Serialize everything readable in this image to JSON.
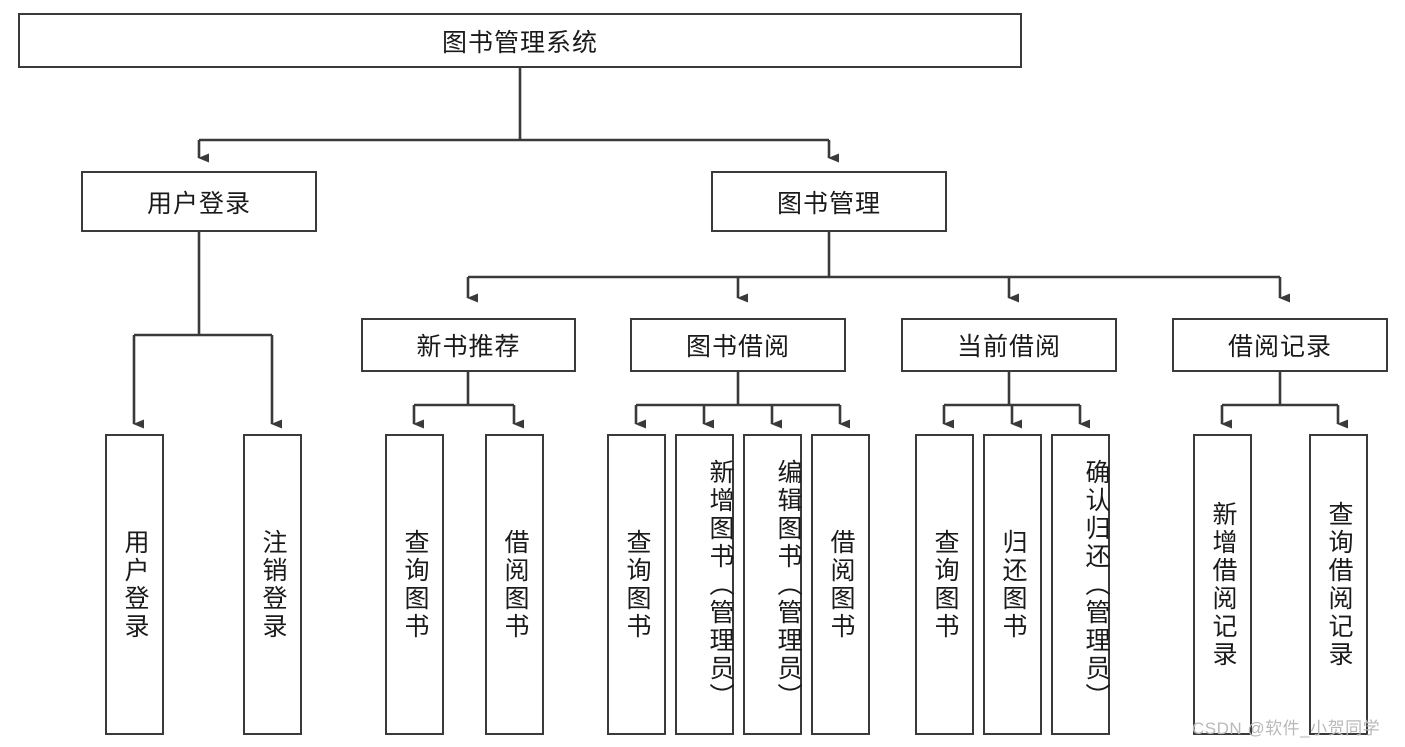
{
  "diagram": {
    "title": "图书管理系统",
    "type": "hierarchy-tree",
    "root": {
      "id": "root",
      "label": "图书管理系统",
      "orientation": "horizontal"
    },
    "level2": [
      {
        "id": "user-login",
        "label": "用户登录",
        "orientation": "horizontal"
      },
      {
        "id": "book-manage",
        "label": "图书管理",
        "orientation": "horizontal"
      }
    ],
    "level3": [
      {
        "id": "new-book-recommend",
        "label": "新书推荐",
        "orientation": "horizontal",
        "parent": "book-manage"
      },
      {
        "id": "book-borrow",
        "label": "图书借阅",
        "orientation": "horizontal",
        "parent": "book-manage"
      },
      {
        "id": "current-borrow",
        "label": "当前借阅",
        "orientation": "horizontal",
        "parent": "book-manage"
      },
      {
        "id": "borrow-record",
        "label": "借阅记录",
        "orientation": "horizontal",
        "parent": "book-manage"
      }
    ],
    "leaves": [
      {
        "id": "leaf-user-login",
        "label": "用户登录",
        "parent": "user-login"
      },
      {
        "id": "leaf-user-logout",
        "label": "注销登录",
        "parent": "user-login"
      },
      {
        "id": "leaf-query-book-1",
        "label": "查询图书",
        "parent": "new-book-recommend"
      },
      {
        "id": "leaf-borrow-book-1",
        "label": "借阅图书",
        "parent": "new-book-recommend"
      },
      {
        "id": "leaf-query-book-2",
        "label": "查询图书",
        "parent": "book-borrow"
      },
      {
        "id": "leaf-add-book",
        "label": "新增图书（管理员）",
        "parent": "book-borrow"
      },
      {
        "id": "leaf-edit-book",
        "label": "编辑图书（管理员）",
        "parent": "book-borrow"
      },
      {
        "id": "leaf-borrow-book-2",
        "label": "借阅图书",
        "parent": "book-borrow"
      },
      {
        "id": "leaf-query-book-3",
        "label": "查询图书",
        "parent": "current-borrow"
      },
      {
        "id": "leaf-return-book",
        "label": "归还图书",
        "parent": "current-borrow"
      },
      {
        "id": "leaf-confirm-return",
        "label": "确认归还（管理员）",
        "parent": "current-borrow"
      },
      {
        "id": "leaf-add-record",
        "label": "新增借阅记录",
        "parent": "borrow-record"
      },
      {
        "id": "leaf-query-record",
        "label": "查询借阅记录",
        "parent": "borrow-record"
      }
    ],
    "colors": {
      "stroke": "#3a3a3a",
      "fill": "#ffffff",
      "text": "#1a1a1a",
      "watermark": "#b9b9b9"
    }
  },
  "watermark": {
    "text": "CSDN @软件_小贺同学"
  }
}
